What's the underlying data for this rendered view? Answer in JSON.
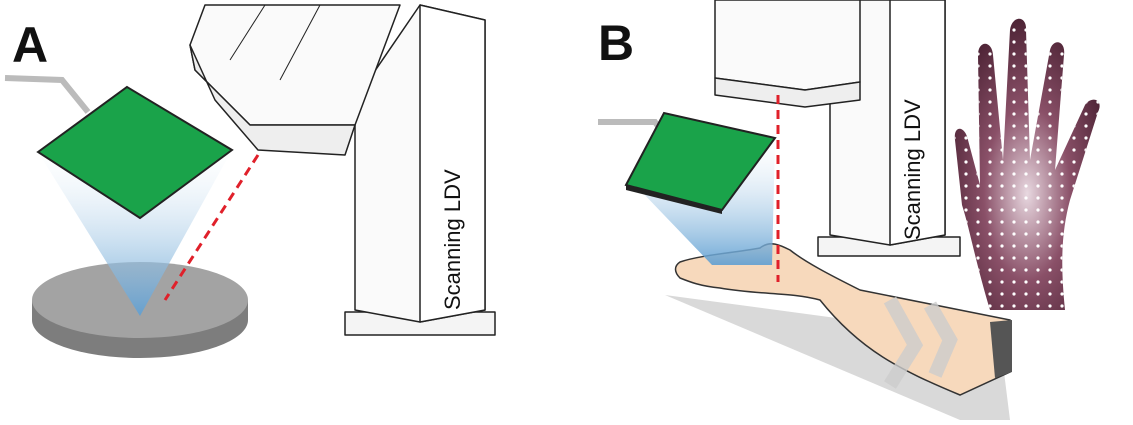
{
  "panels": [
    {
      "label": "A",
      "device_label": "Scanning LDV"
    },
    {
      "label": "B",
      "device_label": "Scanning LDV"
    }
  ],
  "colors": {
    "sensor_plate": "#1aa34a",
    "laser": "#e0202a",
    "light_cone": "#7fb2dc",
    "disk": "#9a9a9a",
    "skin": "#f7d9bc",
    "hand_map": "#7a3f55"
  }
}
